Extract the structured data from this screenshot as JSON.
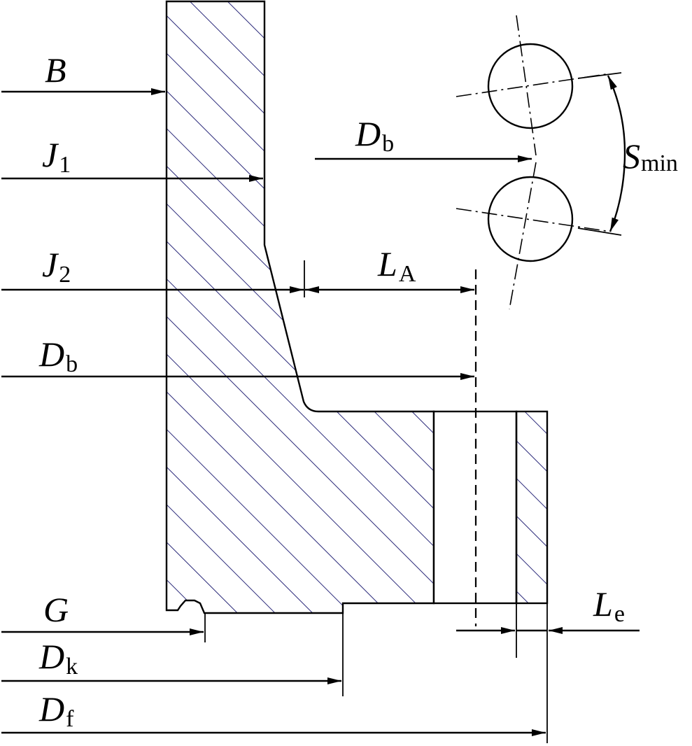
{
  "labels": {
    "B": {
      "main": "B",
      "sub": ""
    },
    "J1": {
      "main": "J",
      "sub": "1"
    },
    "J2": {
      "main": "J",
      "sub": "2"
    },
    "Db_top": {
      "main": "D",
      "sub": "b"
    },
    "Db_mid": {
      "main": "D",
      "sub": "b"
    },
    "LA": {
      "main": "L",
      "sub": "A"
    },
    "Smin": {
      "main": "S",
      "sub": "min"
    },
    "G": {
      "main": "G",
      "sub": ""
    },
    "Dk": {
      "main": "D",
      "sub": "k"
    },
    "Df": {
      "main": "D",
      "sub": "f"
    },
    "Le": {
      "main": "L",
      "sub": "e"
    }
  },
  "colors": {
    "hatch": "#2b2a7a",
    "line": "#000000",
    "background": "#ffffff"
  }
}
